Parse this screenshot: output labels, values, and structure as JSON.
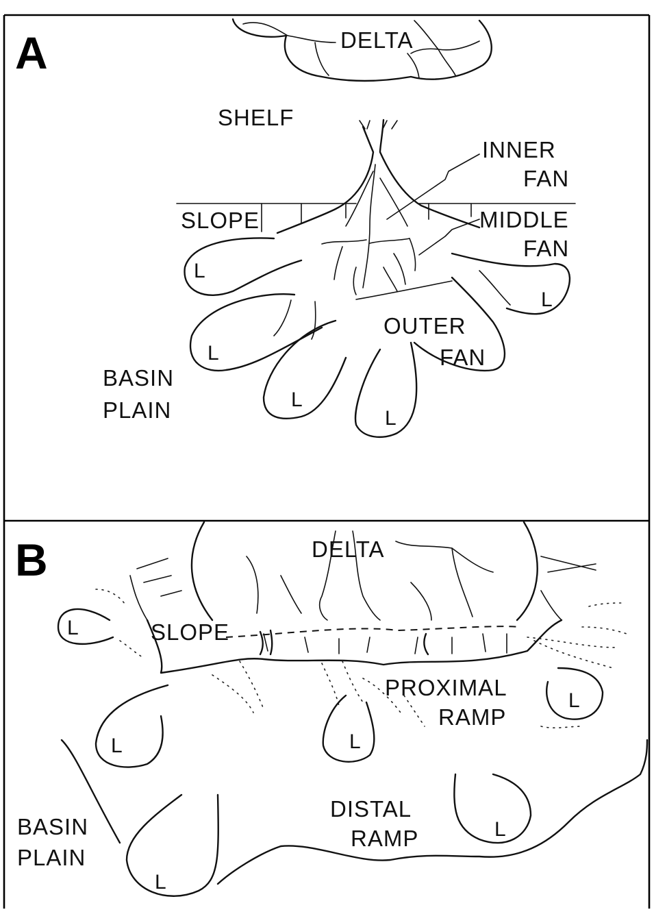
{
  "panel_a": {
    "letter": "A",
    "labels": {
      "delta": "DELTA",
      "shelf": "SHELF",
      "inner_fan_1": "INNER",
      "inner_fan_2": "FAN",
      "slope": "SLOPE",
      "middle_fan_1": "MIDDLE",
      "middle_fan_2": "FAN",
      "outer_fan_1": "OUTER",
      "outer_fan_2": "FAN",
      "basin_plain_1": "BASIN",
      "basin_plain_2": "PLAIN",
      "lobe": "L"
    }
  },
  "panel_b": {
    "letter": "B",
    "labels": {
      "delta": "DELTA",
      "slope": "SLOPE",
      "proximal_ramp_1": "PROXIMAL",
      "proximal_ramp_2": "RAMP",
      "distal_ramp_1": "DISTAL",
      "distal_ramp_2": "RAMP",
      "basin_plain_1": "BASIN",
      "basin_plain_2": "PLAIN",
      "lobe": "L"
    }
  }
}
